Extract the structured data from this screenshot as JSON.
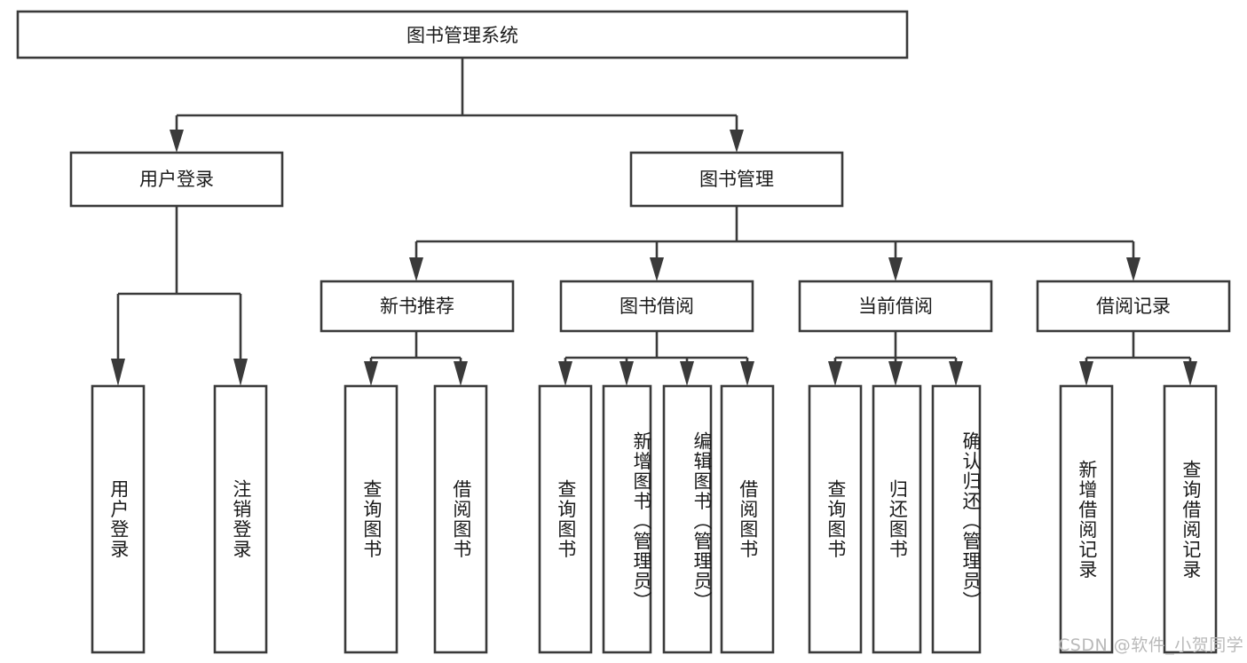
{
  "diagram": {
    "type": "tree-hierarchy-chart",
    "title": "图书管理系统",
    "orientation": "top-down",
    "colors": {
      "box_stroke": "#3a3a3a",
      "box_fill": "#ffffff",
      "text": "#1a1a1a",
      "background": "#ffffff",
      "watermark": "#b9b9b9"
    },
    "root": {
      "label": "图书管理系统"
    },
    "level2": [
      {
        "id": "user-login",
        "label": "用户登录"
      },
      {
        "id": "book-management",
        "label": "图书管理"
      }
    ],
    "level3": [
      {
        "id": "new-book-recommend",
        "label": "新书推荐",
        "parent": "book-management"
      },
      {
        "id": "book-borrow",
        "label": "图书借阅",
        "parent": "book-management"
      },
      {
        "id": "current-borrow",
        "label": "当前借阅",
        "parent": "book-management"
      },
      {
        "id": "borrow-record",
        "label": "借阅记录",
        "parent": "book-management"
      }
    ],
    "leaves": {
      "user-login": [
        {
          "id": "leaf-user-login",
          "label": "用户登录"
        },
        {
          "id": "leaf-user-logout",
          "label": "注销登录"
        }
      ],
      "new-book-recommend": [
        {
          "id": "leaf-query-book-1",
          "label": "查询图书"
        },
        {
          "id": "leaf-borrow-book-1",
          "label": "借阅图书"
        }
      ],
      "book-borrow": [
        {
          "id": "leaf-query-book-2",
          "label": "查询图书"
        },
        {
          "id": "leaf-add-book",
          "label": "新增图书（管理员）"
        },
        {
          "id": "leaf-edit-book",
          "label": "编辑图书（管理员）"
        },
        {
          "id": "leaf-borrow-book-2",
          "label": "借阅图书"
        }
      ],
      "current-borrow": [
        {
          "id": "leaf-query-book-3",
          "label": "查询图书"
        },
        {
          "id": "leaf-return-book",
          "label": "归还图书"
        },
        {
          "id": "leaf-confirm-return",
          "label": "确认归还（管理员）"
        }
      ],
      "borrow-record": [
        {
          "id": "leaf-add-record",
          "label": "新增借阅记录"
        },
        {
          "id": "leaf-query-record",
          "label": "查询借阅记录"
        }
      ]
    }
  },
  "watermark": {
    "text": "CSDN @软件_小贺同学"
  }
}
